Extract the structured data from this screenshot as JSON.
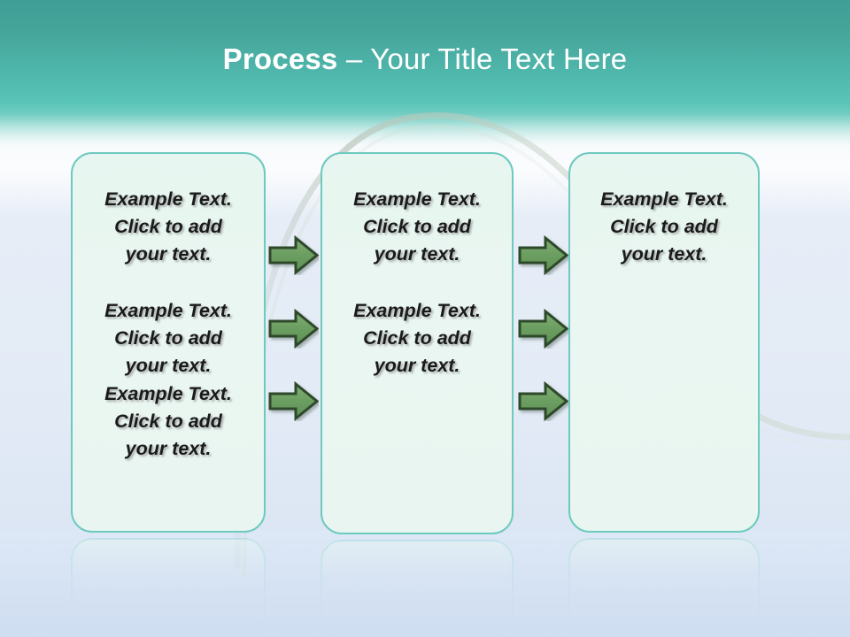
{
  "slide": {
    "title_strong": "Process",
    "title_rest": " – Your Title Text Here",
    "background_top_color": "#3f9e95",
    "background_bottom_color": "#e4ecf6"
  },
  "theme": {
    "box_border_color": "#6ec9bf",
    "box_fill_color": "#e8f5ef",
    "arrow_fill_color": "#6a9e62",
    "arrow_outline_color": "#2e4a2a",
    "text_color": "#1a1a1a",
    "title_color": "#ffffff"
  },
  "columns": [
    {
      "name": "column-1",
      "blocks": [
        {
          "line1": "Example Text.",
          "line2": "Click  to add",
          "line3": "your text."
        },
        {
          "line1": "Example Text.",
          "line2": "Click  to add",
          "line3": "your text."
        },
        {
          "line1": "Example Text.",
          "line2": "Click  to add",
          "line3": "your text."
        }
      ]
    },
    {
      "name": "column-2",
      "blocks": [
        {
          "line1": "Example Text.",
          "line2": "Click  to add",
          "line3": "your text."
        },
        {
          "line1": "Example Text.",
          "line2": "Click  to add",
          "line3": "your text."
        }
      ]
    },
    {
      "name": "column-3",
      "blocks": [
        {
          "line1": "Example Text.",
          "line2": "Click  to add",
          "line3": "your text."
        }
      ]
    }
  ],
  "connectors": [
    {
      "name": "arrow-1-1",
      "group": 1,
      "index": 1
    },
    {
      "name": "arrow-1-2",
      "group": 1,
      "index": 2
    },
    {
      "name": "arrow-1-3",
      "group": 1,
      "index": 3
    },
    {
      "name": "arrow-2-1",
      "group": 2,
      "index": 1
    },
    {
      "name": "arrow-2-2",
      "group": 2,
      "index": 2
    },
    {
      "name": "arrow-2-3",
      "group": 2,
      "index": 3
    }
  ]
}
